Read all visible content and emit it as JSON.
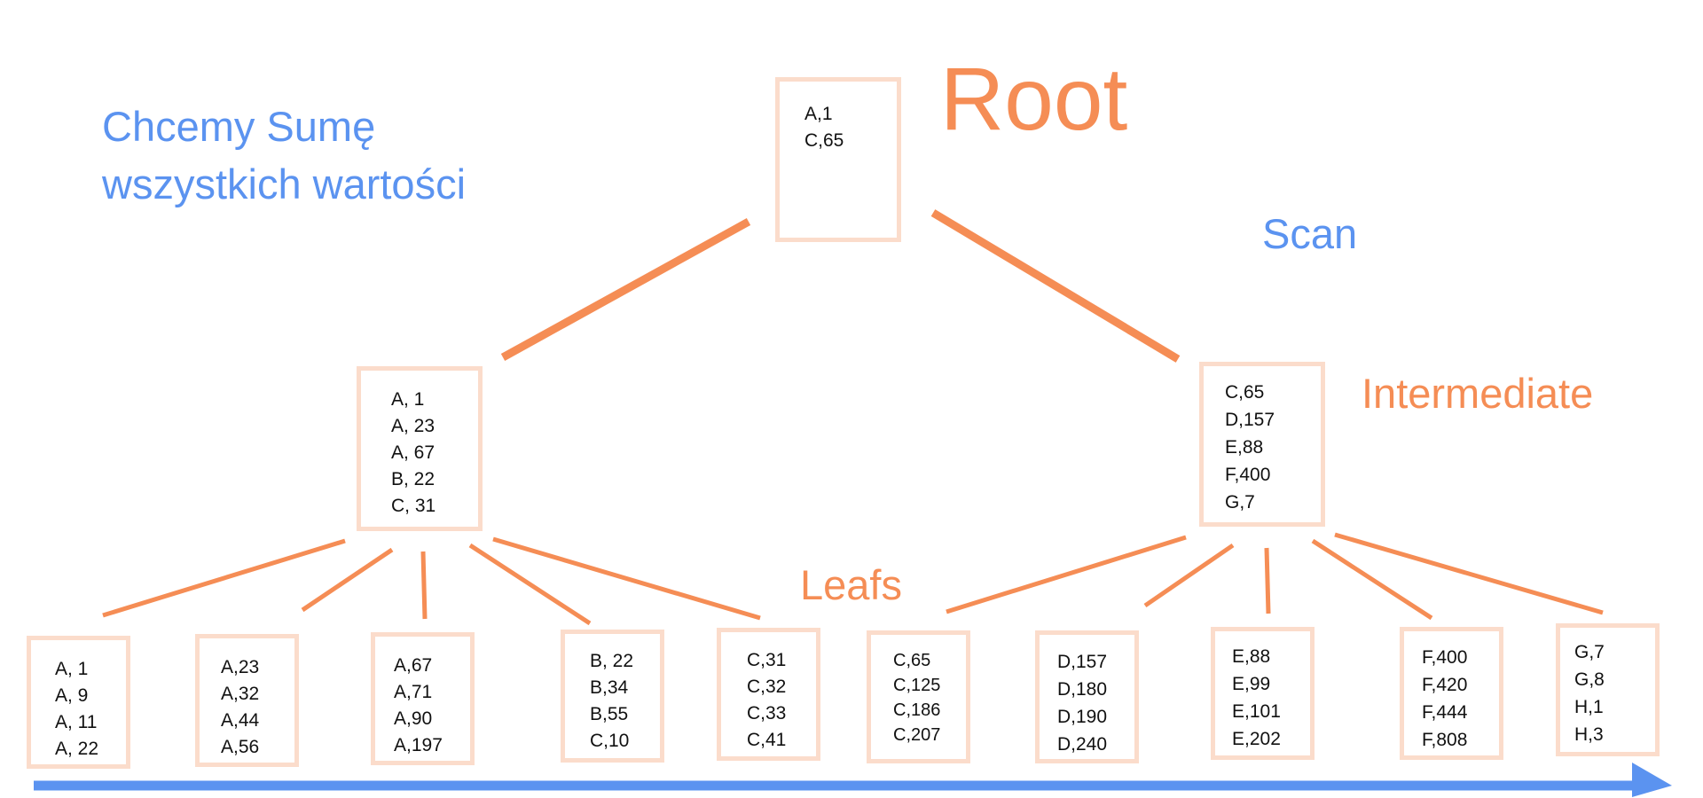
{
  "labels": {
    "question_line1": "Chcemy Sumę",
    "question_line2": "wszystkich wartości",
    "root": "Root",
    "scan": "Scan",
    "intermediate": "Intermediate",
    "leafs": "Leafs"
  },
  "colors": {
    "accent_orange": "#f58d55",
    "node_border": "#fbdccb",
    "scan_blue": "#5b93f0",
    "text": "#111111"
  },
  "root": {
    "entries": [
      "A,1",
      "C,65"
    ]
  },
  "intermediate": [
    {
      "entries": [
        "A, 1",
        "A, 23",
        "A, 67",
        "B, 22",
        "C, 31"
      ]
    },
    {
      "entries": [
        "C,65",
        "D,157",
        "E,88",
        "F,400",
        "G,7"
      ]
    }
  ],
  "leaves": [
    {
      "entries": [
        "A, 1",
        "A, 9",
        "A, 11",
        "A, 22"
      ]
    },
    {
      "entries": [
        "A,23",
        "A,32",
        "A,44",
        "A,56"
      ]
    },
    {
      "entries": [
        "A,67",
        "A,71",
        "A,90",
        "A,197"
      ]
    },
    {
      "entries": [
        "B, 22",
        "B,34",
        "B,55",
        "C,10"
      ]
    },
    {
      "entries": [
        "C,31",
        "C,32",
        "C,33",
        "C,41"
      ]
    },
    {
      "entries": [
        "C,65",
        "C,125",
        "C,186",
        "C,207"
      ]
    },
    {
      "entries": [
        "D,157",
        "D,180",
        "D,190",
        "D,240"
      ]
    },
    {
      "entries": [
        "E,88",
        "E,99",
        "E,101",
        "E,202"
      ]
    },
    {
      "entries": [
        "F,400",
        "F,420",
        "F,444",
        "F,808"
      ]
    },
    {
      "entries": [
        "G,7",
        "G,8",
        "H,1",
        "H,3"
      ]
    }
  ]
}
